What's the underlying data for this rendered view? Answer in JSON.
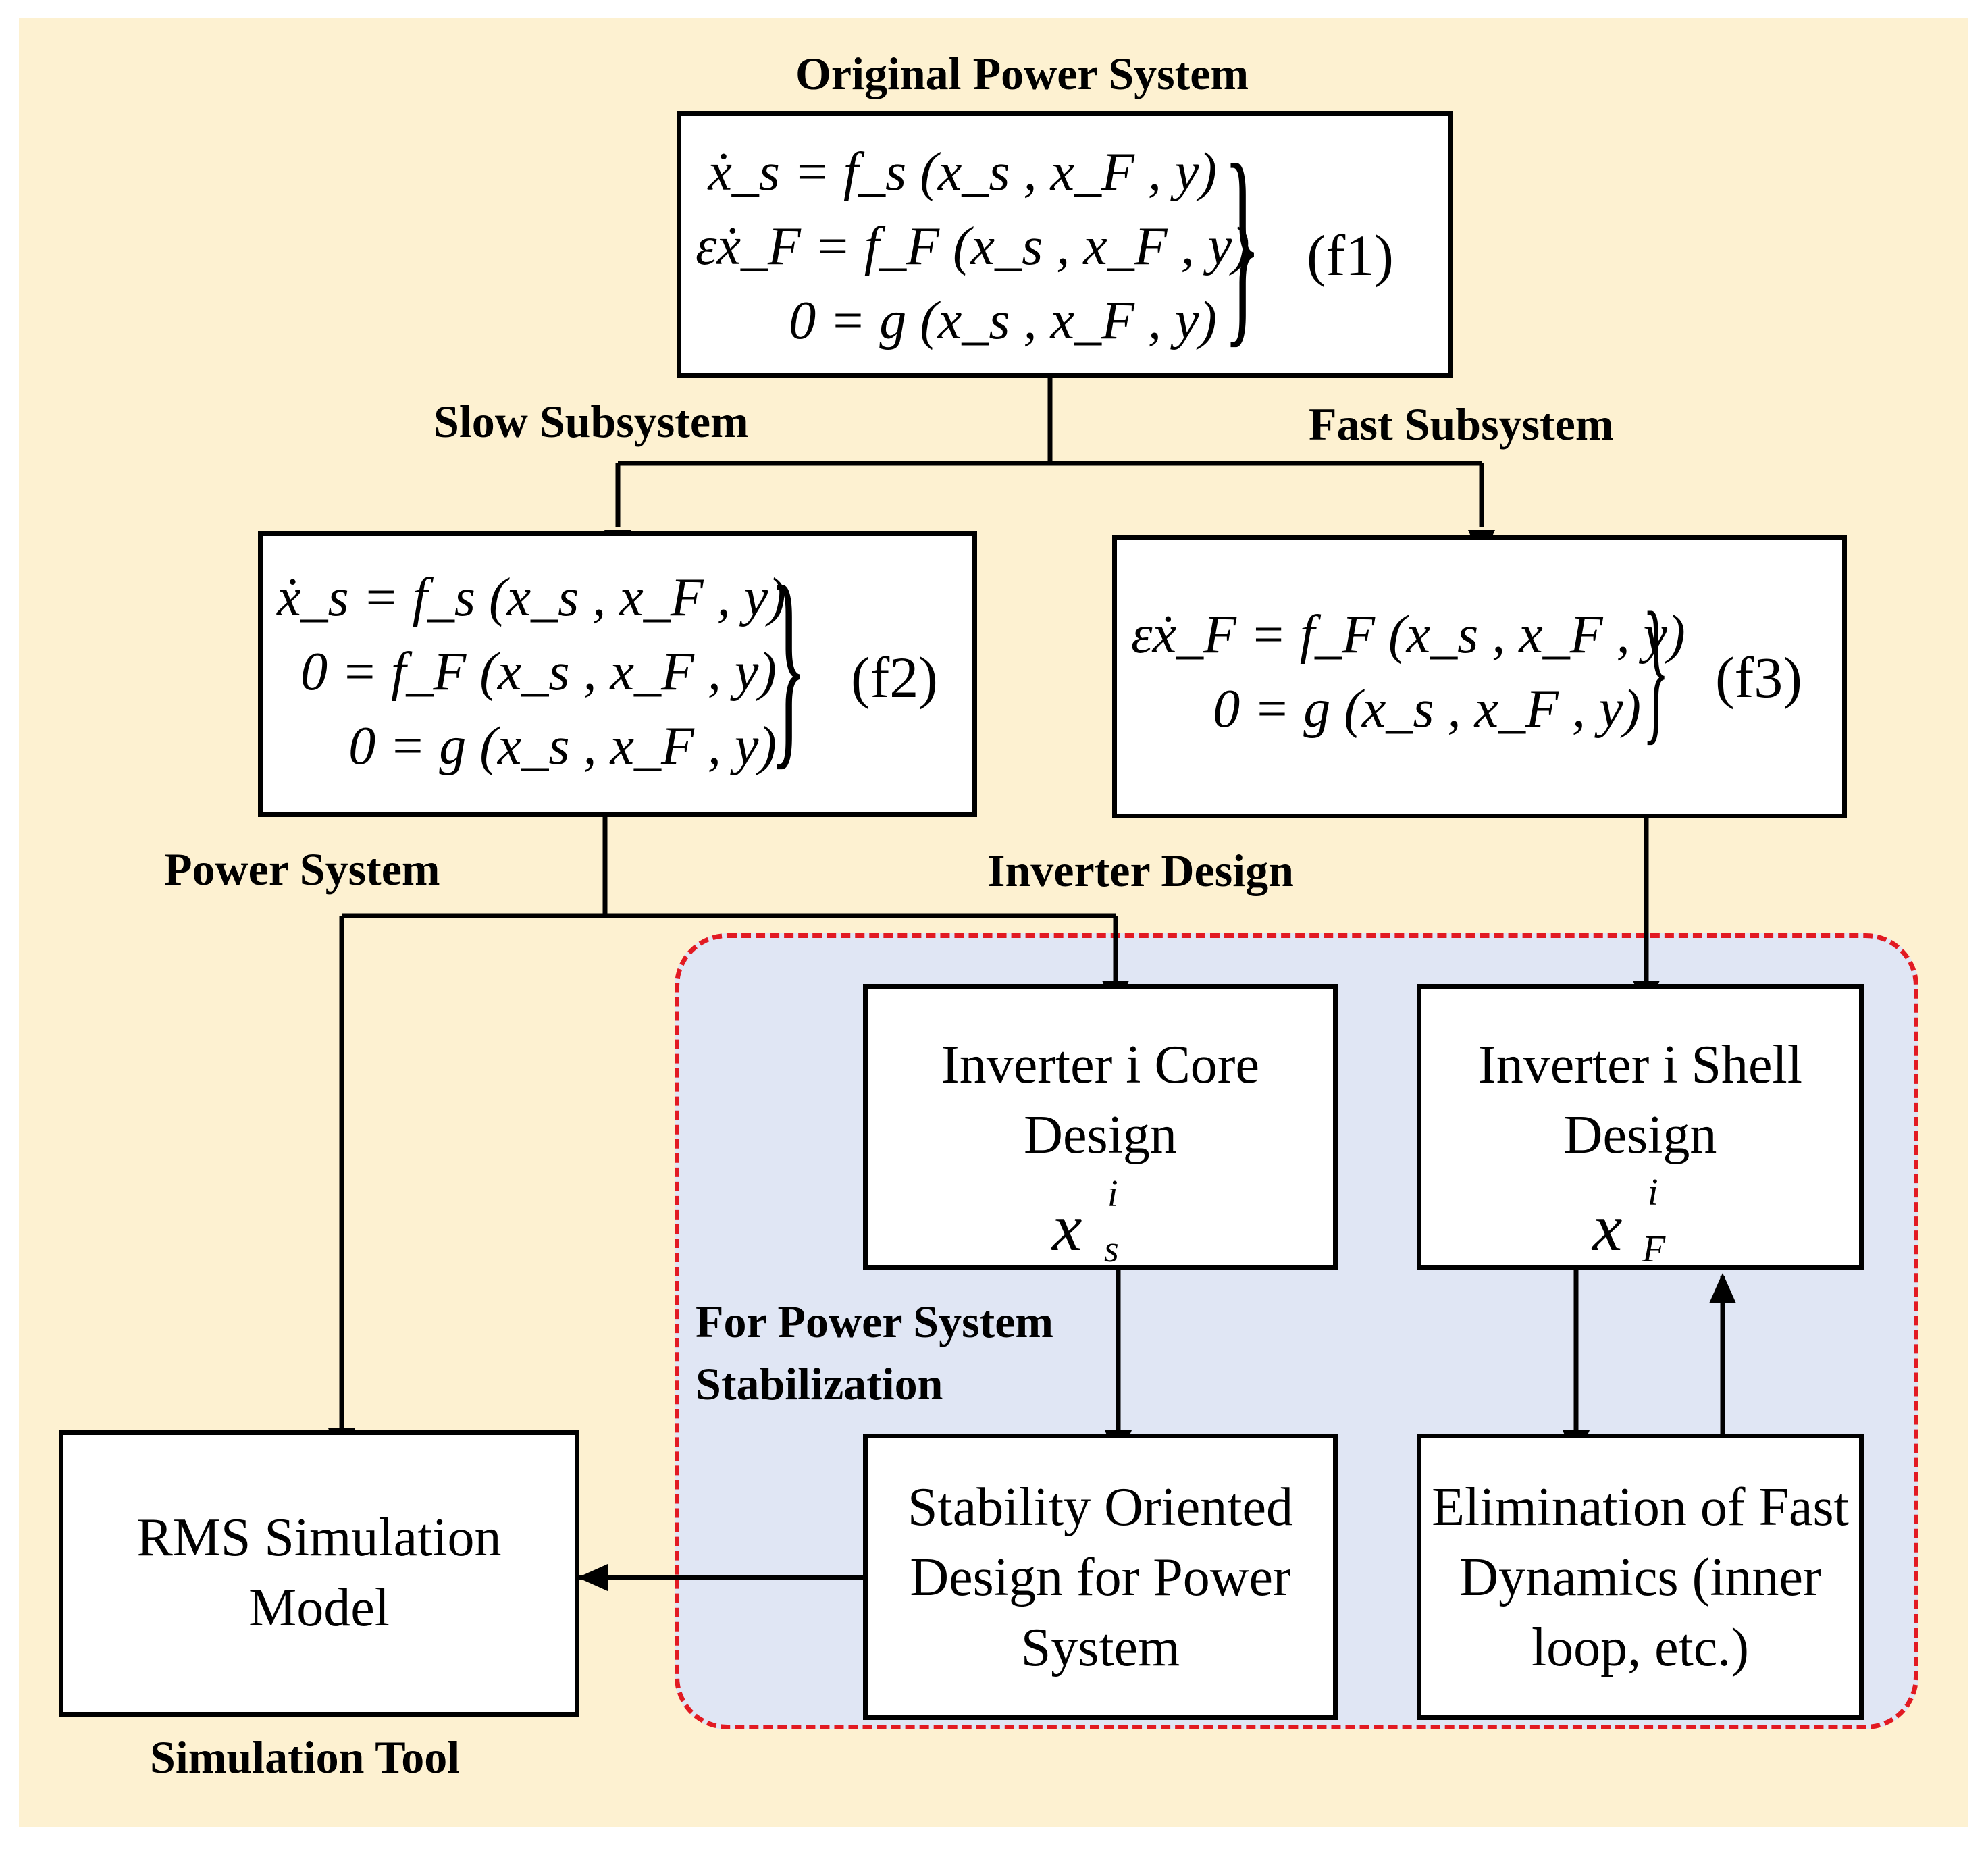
{
  "labels": {
    "original_power_system": "Original Power System",
    "slow_subsystem": "Slow Subsystem",
    "fast_subsystem": "Fast Subsystem",
    "power_system": "Power System",
    "inverter_design": "Inverter Design",
    "for_power_system": "For Power System",
    "stabilization": "Stabilization",
    "simulation_tool": "Simulation Tool"
  },
  "f1": {
    "rows": [
      "ẋ_s = f_s (x_s , x_F , y)",
      "εẋ_F = f_F (x_s , x_F , y)",
      "0 = g (x_s , x_F , y)"
    ],
    "tag": "(f1)"
  },
  "f2": {
    "rows": [
      "ẋ_s = f_s (x_s , x_F , y)",
      "0 = f_F (x_s , x_F , y)",
      "0 = g (x_s , x_F , y)"
    ],
    "tag": "(f2)"
  },
  "f3": {
    "rows": [
      "εẋ_F = f_F (x_s , x_F , y)",
      "0 = g (x_s , x_F , y)"
    ],
    "tag": "(f3)"
  },
  "boxes": {
    "core_line1": "Inverter i Core",
    "core_line2": "Design",
    "core_var": "x",
    "core_sup": "i",
    "core_sub": "s",
    "shell_line1": "Inverter i Shell",
    "shell_line2": "Design",
    "shell_var": "x",
    "shell_sup": "i",
    "shell_sub": "F",
    "stability_text": "Stability Oriented Design for Power System",
    "elimination_text": "Elimination of Fast Dynamics (inner loop, etc.)",
    "rms_text": "RMS Simulation Model"
  },
  "colors": {
    "background": "#fdf1d1",
    "dashed_region_fill": "#e0e6f4",
    "dashed_border": "#e21a22",
    "line": "#000000"
  }
}
